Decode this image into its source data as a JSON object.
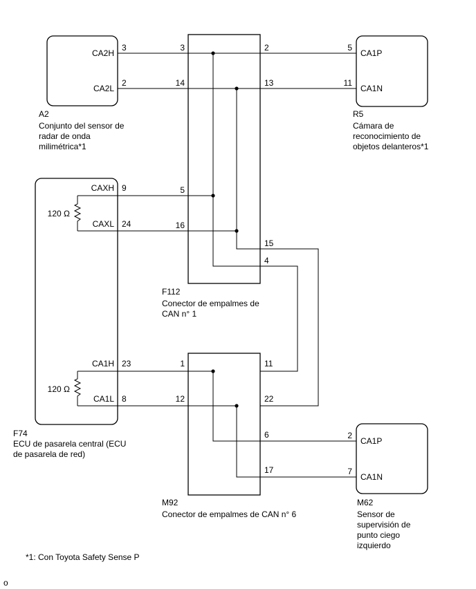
{
  "components": {
    "a2": {
      "id": "A2",
      "desc": [
        "Conjunto del sensor de",
        "radar de onda",
        "milimétrica*1"
      ],
      "pins": [
        {
          "name": "CA2H",
          "num": "3"
        },
        {
          "name": "CA2L",
          "num": "2"
        }
      ]
    },
    "r5": {
      "id": "R5",
      "desc": [
        "Cámara de",
        "reconocimiento de",
        "objetos delanteros*1"
      ],
      "pins": [
        {
          "name": "CA1P",
          "num": "5"
        },
        {
          "name": "CA1N",
          "num": "11"
        }
      ]
    },
    "f74": {
      "id": "F74",
      "desc": [
        "ECU de pasarela central (ECU",
        "de pasarela de red)"
      ],
      "pins": [
        {
          "name": "CAXH",
          "num": "9"
        },
        {
          "name": "CAXL",
          "num": "24"
        },
        {
          "name": "CA1H",
          "num": "23"
        },
        {
          "name": "CA1L",
          "num": "8"
        }
      ],
      "resistors": [
        "120 Ω",
        "120 Ω"
      ]
    },
    "f112": {
      "id": "F112",
      "desc": [
        "Conector de empalmes de",
        "CAN n° 1"
      ],
      "pins": [
        "3",
        "14",
        "2",
        "13",
        "5",
        "16",
        "15",
        "4"
      ]
    },
    "m92": {
      "id": "M92",
      "desc": [
        "Conector de empalmes de CAN n° 6"
      ],
      "pins": [
        "1",
        "12",
        "11",
        "22",
        "6",
        "17"
      ]
    },
    "m62": {
      "id": "M62",
      "desc": [
        "Sensor de",
        "supervisión de",
        "punto ciego",
        "izquierdo"
      ],
      "pins": [
        {
          "name": "CA1P",
          "num": "2"
        },
        {
          "name": "CA1N",
          "num": "7"
        }
      ]
    }
  },
  "footnote": "*1: Con Toyota Safety Sense P",
  "corner_mark": "o"
}
